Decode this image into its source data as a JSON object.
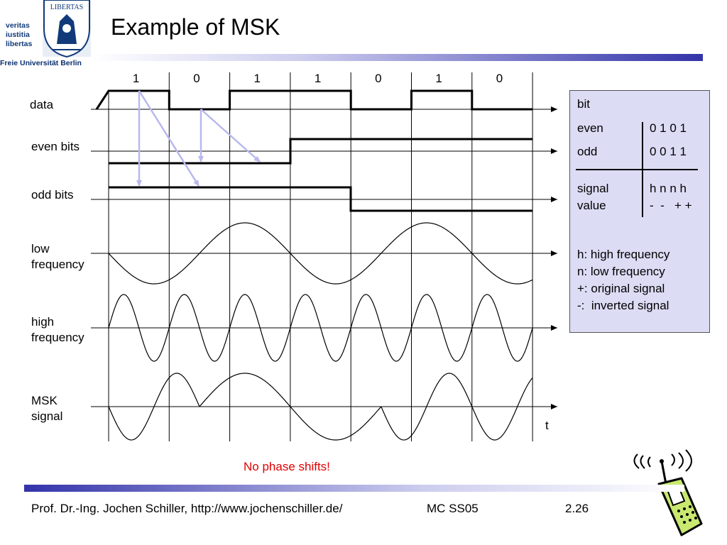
{
  "logo": {
    "motto": [
      "veritas",
      "iustitia",
      "libertas"
    ],
    "seal_text": "LIBERTAS",
    "university": "Freie Universität Berlin"
  },
  "title": "Example of MSK",
  "bits": [
    "1",
    "0",
    "1",
    "1",
    "0",
    "1",
    "0"
  ],
  "row_labels": {
    "data": "data",
    "even": "even bits",
    "odd": "odd bits",
    "low": [
      "low",
      "frequency"
    ],
    "high": [
      "high",
      "frequency"
    ],
    "msk": [
      "MSK",
      "signal"
    ]
  },
  "time_label": "t",
  "table": {
    "bit": "bit",
    "even_label": "even",
    "even_values": "0 1 0 1",
    "odd_label": "odd",
    "odd_values": "0 0 1 1",
    "signal_label": "signal",
    "value_label": "value",
    "signal_values": "h n n h",
    "value_values": "-  -   + +",
    "legend": [
      "h: high frequency",
      "n: low frequency",
      "+: original signal",
      "-:  inverted signal"
    ]
  },
  "note": "No phase shifts!",
  "footer": {
    "author": "Prof. Dr.-Ing. Jochen Schiller, http://www.jochenschiller.de/",
    "course": "MC SS05",
    "page": "2.26"
  },
  "colors": {
    "accent": "#3333aa",
    "panel": "#dcdcf5",
    "note": "#e00000",
    "arrows": "#b8b8ee"
  },
  "icons": [
    "university-seal-icon",
    "mobile-phone-icon"
  ]
}
